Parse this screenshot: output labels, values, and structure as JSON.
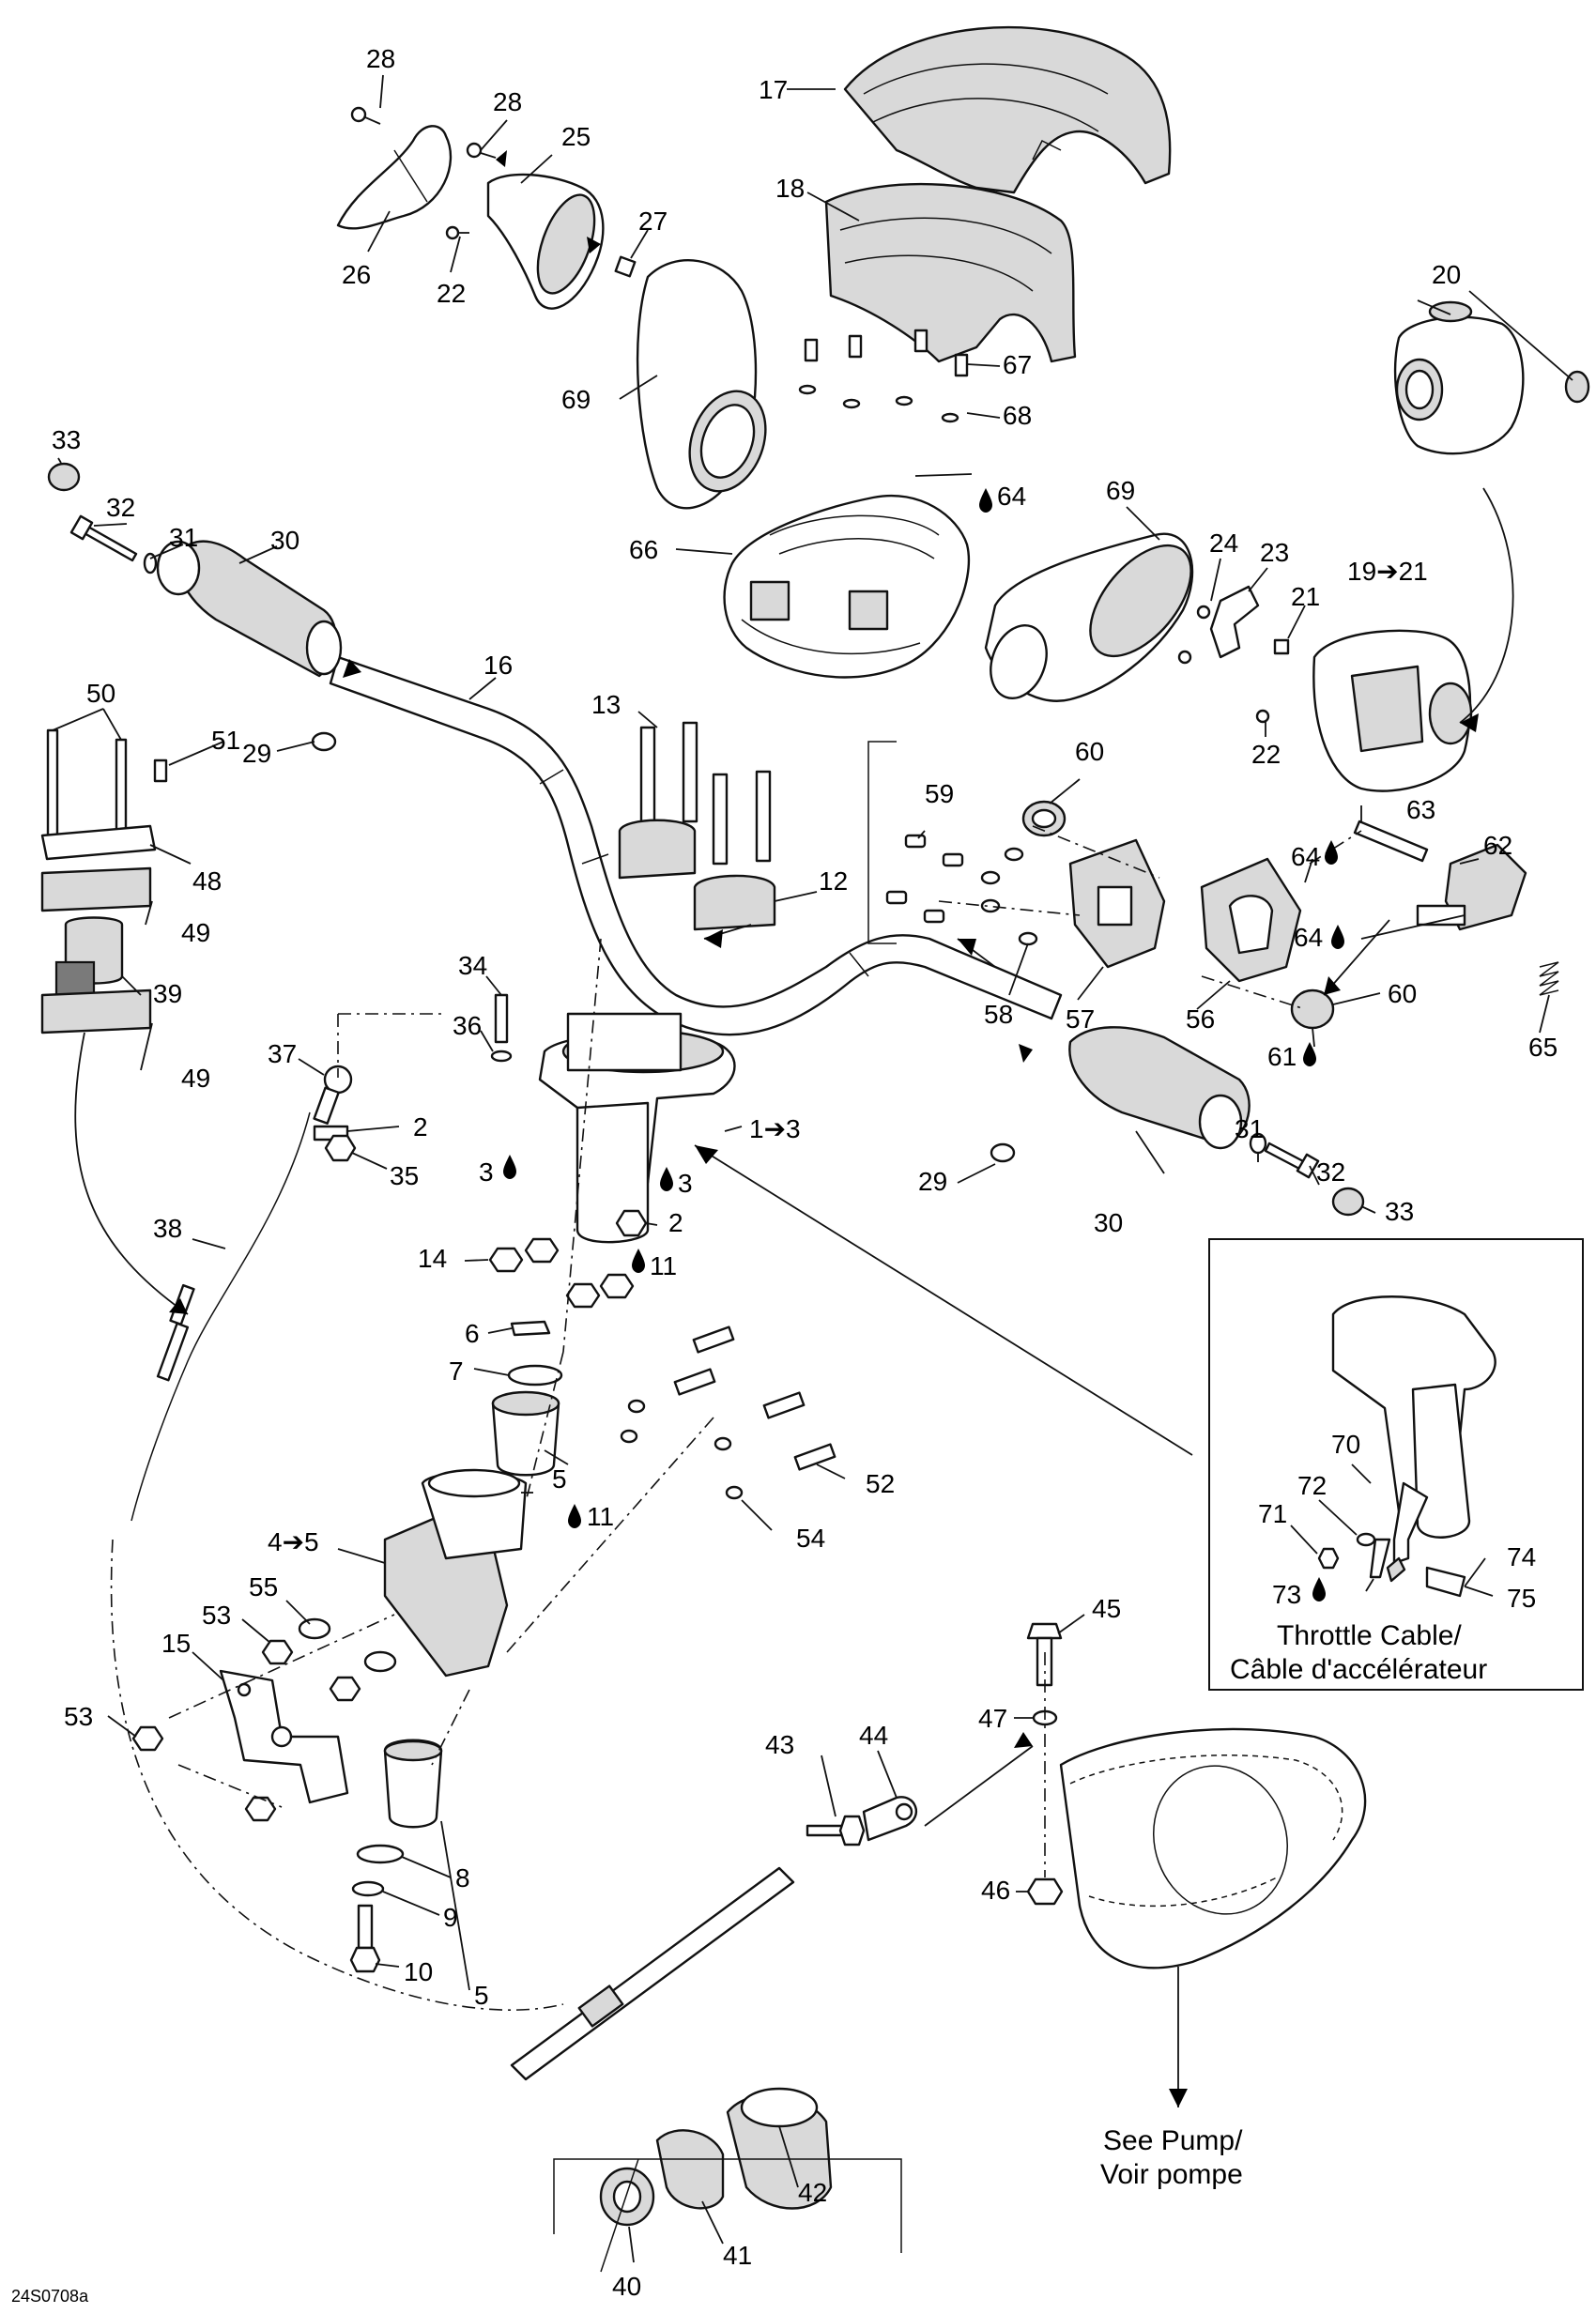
{
  "diagram_code": "24S0708a",
  "notes": {
    "throttle_cable": [
      "Throttle Cable/",
      "Câble d'accélérateur"
    ],
    "see_pump": [
      "See Pump/",
      "Voir pompe"
    ]
  },
  "callouts": {
    "c28a": "28",
    "c28b": "28",
    "c25": "25",
    "c26": "26",
    "c22a": "22",
    "c27": "27",
    "c17": "17",
    "c18": "18",
    "c20": "20",
    "c33a": "33",
    "c32a": "32",
    "c31a": "31",
    "c30a": "30",
    "c69a": "69",
    "c67": "67",
    "c68": "68",
    "c64a": "64",
    "c66": "66",
    "c69b": "69",
    "c24": "24",
    "c23": "23",
    "c21": "21",
    "c19_21": "19➔21",
    "c22b": "22",
    "c16": "16",
    "c13": "13",
    "c50": "50",
    "c51": "51",
    "c29a": "29",
    "c48": "48",
    "c49a": "49",
    "c39": "39",
    "c49b": "49",
    "c12": "12",
    "c59": "59",
    "c60a": "60",
    "c63": "63",
    "c62": "62",
    "c64b": "64",
    "c64c": "64",
    "c58": "58",
    "c57": "57",
    "c56": "56",
    "c60b": "60",
    "c61": "61",
    "c65": "65",
    "c34": "34",
    "c36": "36",
    "c37": "37",
    "c1_3": "1➔3",
    "c2a": "2",
    "c35": "35",
    "c3a": "3",
    "c3b": "3",
    "c2b": "2",
    "c38": "38",
    "c14": "14",
    "c11a": "11",
    "c29b": "29",
    "c30b": "30",
    "c31b": "31",
    "c32b": "32",
    "c33b": "33",
    "c6": "6",
    "c7": "7",
    "c5a": "5",
    "c11b": "11",
    "c52": "52",
    "c54": "54",
    "c4_5": "4➔5",
    "c55": "55",
    "c53a": "53",
    "c15": "15",
    "c53b": "53",
    "c5b": "5",
    "c8": "8",
    "c9": "9",
    "c10": "10",
    "c70": "70",
    "c72": "72",
    "c71": "71",
    "c74": "74",
    "c73": "73",
    "c75": "75",
    "c45": "45",
    "c47": "47",
    "c43": "43",
    "c44": "44",
    "c46": "46",
    "c42": "42",
    "c41": "41",
    "c40": "40"
  }
}
